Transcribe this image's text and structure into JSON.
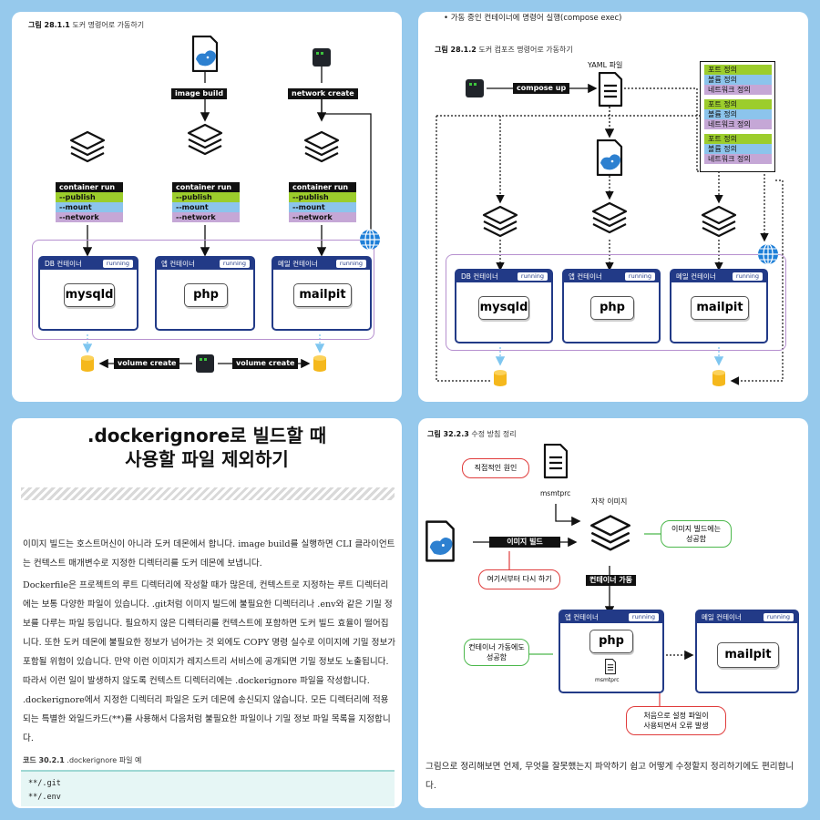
{
  "p1": {
    "caption_num": "그림 28.1.1",
    "caption_text": "도커 명령어로 가동하기",
    "image_build": "image build",
    "network_create": "network create",
    "flags": {
      "run": "container run",
      "publish": "--publish",
      "mount": "--mount",
      "network": "--network"
    },
    "containers": [
      {
        "head": "DB 컨테이너",
        "status": "running",
        "app": "mysqld"
      },
      {
        "head": "앱 컨테이너",
        "status": "running",
        "app": "php"
      },
      {
        "head": "메일 컨테이너",
        "status": "running",
        "app": "mailpit"
      }
    ],
    "volume_create": "volume create"
  },
  "p2": {
    "bullet": "가동 중인 컨테이너에 명령어 실행(compose exec)",
    "caption_num": "그림 28.1.2",
    "caption_text": "도커 컴포즈 명령어로 가동하기",
    "compose_up": "compose up",
    "yaml": "YAML 파일",
    "defs": {
      "port": "포트 정의",
      "volume": "볼륨 정의",
      "network": "네트워크 정의"
    },
    "containers": [
      {
        "head": "DB 컨테이너",
        "status": "running",
        "app": "mysqld"
      },
      {
        "head": "앱 컨테이너",
        "status": "running",
        "app": "php"
      },
      {
        "head": "메일 컨테이너",
        "status": "running",
        "app": "mailpit"
      }
    ]
  },
  "p3": {
    "title_line1": ".dockerignore로 빌드할 때",
    "title_line2": "사용할 파일 제외하기",
    "para1": "이미지 빌드는 호스트머신이 아니라 도커 데몬에서 합니다. image build를 실행하면 CLI 클라이언트는 컨텍스트 매개변수로 지정한 디렉터리를 도커 데몬에 보냅니다.",
    "para2": "Dockerfile은 프로젝트의 루트 디렉터리에 작성할 때가 많은데, 컨텍스트로 지정하는 루트 디렉터리에는 보통 다양한 파일이 있습니다. .git처럼 이미지 빌드에 불필요한 디렉터리나 .env와 같은 기밀 정보를 다루는 파일 등입니다. 필요하지 않은 디렉터리를 컨텍스트에 포함하면 도커 빌드 효율이 떨어집니다. 또한 도커 데몬에 불필요한 정보가 넘어가는 것 외에도 COPY 명령 실수로 이미지에 기밀 정보가 포함될 위험이 있습니다. 만약 이런 이미지가 레지스트리 서비스에 공개되면 기밀 정보도 노출됩니다. 따라서 이런 일이 발생하지 않도록 컨텍스트 디렉터리에는 .dockerignore 파일을 작성합니다. .dockerignore에서 지정한 디렉터리 파일은 도커 데몬에 송신되지 않습니다. 모든 디렉터리에 적용되는 특별한 와일드카드(**)를 사용해서 다음처럼 불필요한 파일이나 기밀 정보 파일 목록을 지정합니다.",
    "code_num": "코드 30.2.1",
    "code_caption": ".dockerignore 파일 예",
    "code_lines": [
      "**/.git",
      "**/.env"
    ]
  },
  "p4": {
    "caption_num": "그림 32.2.3",
    "caption_text": "수정 방침 정리",
    "direct_cause": "직접적인 원인",
    "msmtprc": "msmtprc",
    "custom_image": "자작 이미지",
    "image_build": "이미지 빌드",
    "build_success": [
      "이미지 빌드에는",
      "성공함"
    ],
    "redo_here": "여기서부터 다시 하기",
    "container_start": "컨테이너 가동",
    "app_head": "앱 컨테이너",
    "app_status": "running",
    "app_name": "php",
    "app_file": "msmtprc",
    "mail_head": "메일 컨테이너",
    "mail_status": "running",
    "mail_name": "mailpit",
    "start_success": [
      "컨테이너 가동에도",
      "성공함"
    ],
    "error_note": [
      "처음으로 설정 파일이",
      "사용되면서 오류 발생"
    ],
    "summary": "그림으로 정리해보면 언제, 무엇을 잘못했는지 파악하기 쉽고 어떻게 수정할지 정리하기에도 편리합니다."
  }
}
